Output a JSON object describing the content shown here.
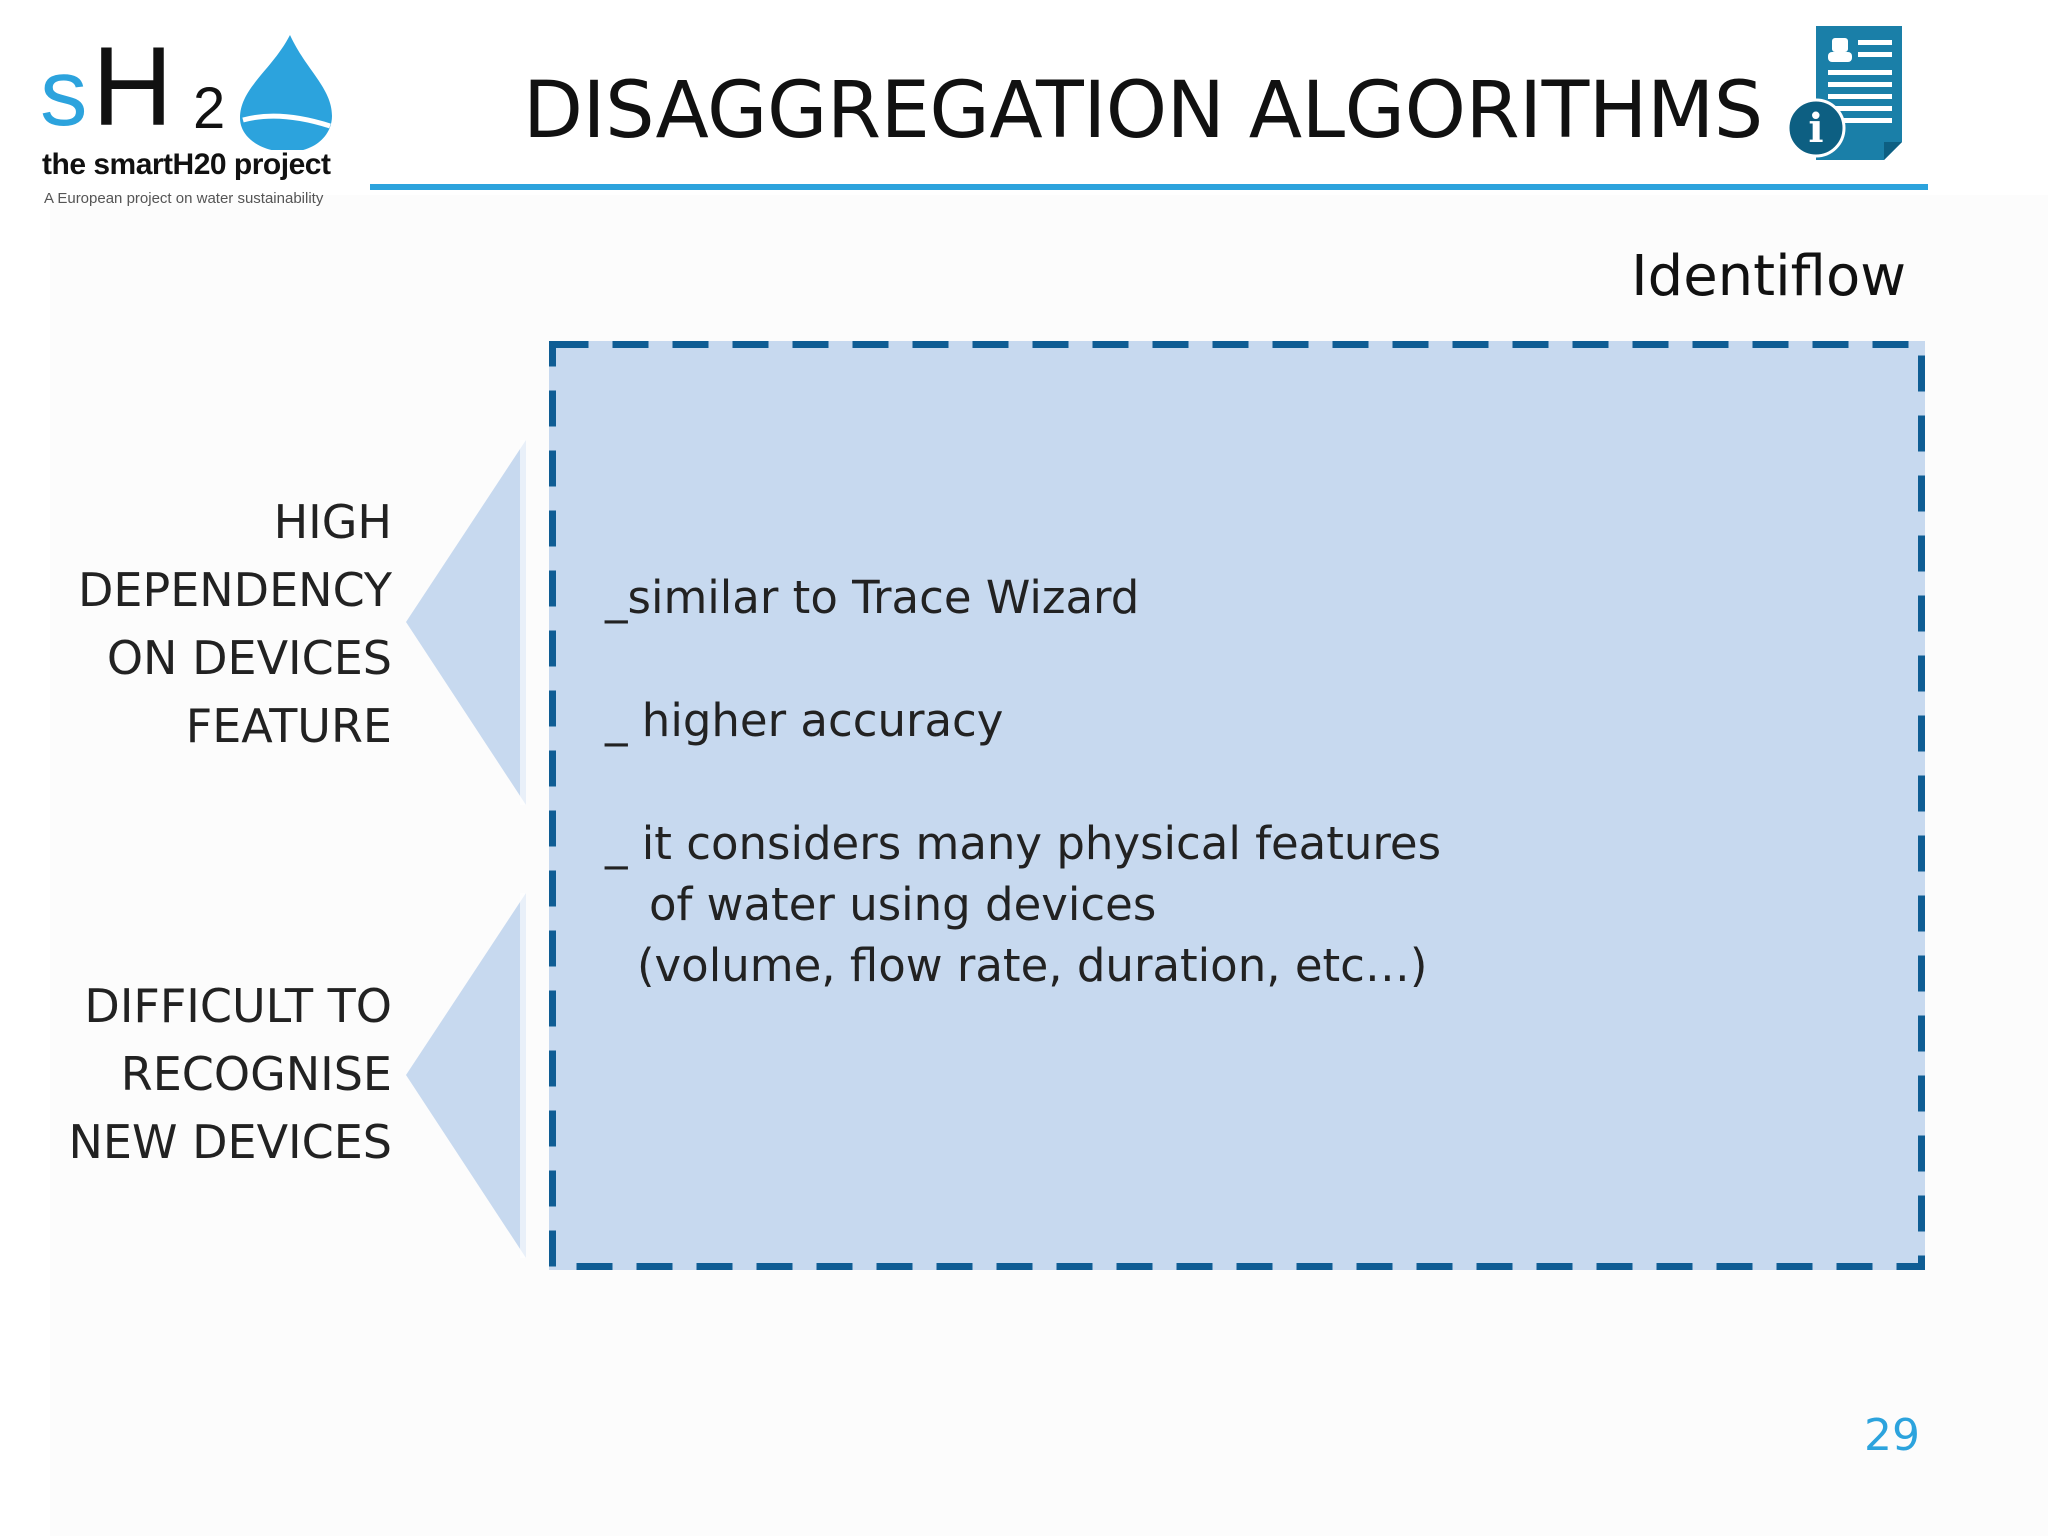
{
  "logo": {
    "mark": "sH2",
    "name": "the smartH20 project",
    "tagline": "A European project on water sustainability",
    "drop_color": "#2ca3dd"
  },
  "header": {
    "title": "DISAGGREGATION ALGORITHMS",
    "rule_color": "#2ca3dd",
    "icon": "document-info-icon",
    "icon_color": "#1a7fa8"
  },
  "subtitle": "Identiflow",
  "main_box": {
    "fill_color": "#c7d9ef",
    "border_color": "#0f5d94",
    "bullets": [
      {
        "line1": "_similar to Trace Wizard"
      },
      {
        "line1": "_ higher accuracy"
      },
      {
        "line1": "_ it considers many physical features",
        "line2": "of water using devices",
        "line3": "(volume, flow rate, duration, etc…)"
      }
    ]
  },
  "left_labels": [
    {
      "lines": [
        "HIGH",
        "DEPENDENCY",
        "ON DEVICES",
        "FEATURE"
      ]
    },
    {
      "lines": [
        "DIFFICULT TO",
        "RECOGNISE",
        "NEW DEVICES"
      ]
    }
  ],
  "page_number": "29",
  "colors": {
    "accent": "#2ca3dd",
    "arrow_fill": "#c7d9ef",
    "text": "#222222"
  }
}
